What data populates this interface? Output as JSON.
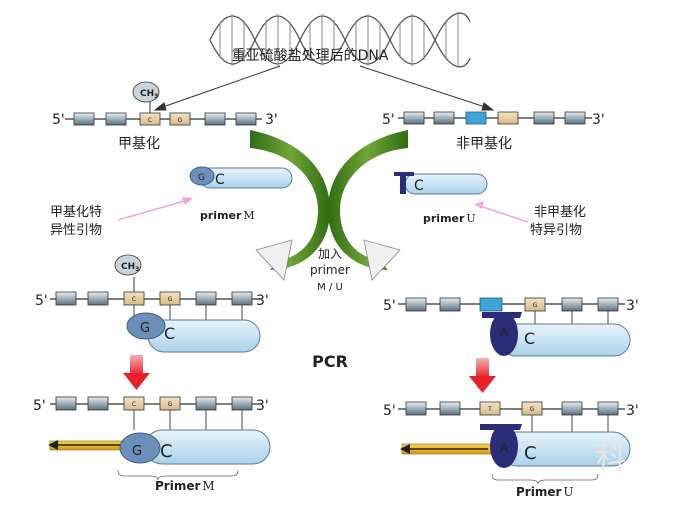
{
  "title": "重亚硫酸盐处理后的DNA",
  "methyl_group": "CH",
  "methyl_group_sub": "3",
  "prime5": "5'",
  "prime3": "3'",
  "methylated_label": "甲基化",
  "unmethylated_label": "非甲基化",
  "methyl_specific_primer_line1": "甲基化特",
  "methyl_specific_primer_line2": "异性引物",
  "unmethyl_specific_primer_line1": "非甲基化",
  "unmethyl_specific_primer_line2": "特异引物",
  "primer_m": "primer",
  "primer_m_suffix": "M",
  "primer_u": "primer",
  "primer_u_suffix": "U",
  "add_line1": "加入",
  "add_line2": "primer",
  "add_line3": "M / U",
  "pcr": "PCR",
  "primer_m_bottom": "Primer",
  "primer_m_bottom_suffix": "M",
  "primer_u_bottom": "Primer",
  "primer_u_bottom_suffix": "U",
  "base_c": "C",
  "base_g": "G",
  "base_a": "A",
  "base_t": "T",
  "watermark": "科"
}
